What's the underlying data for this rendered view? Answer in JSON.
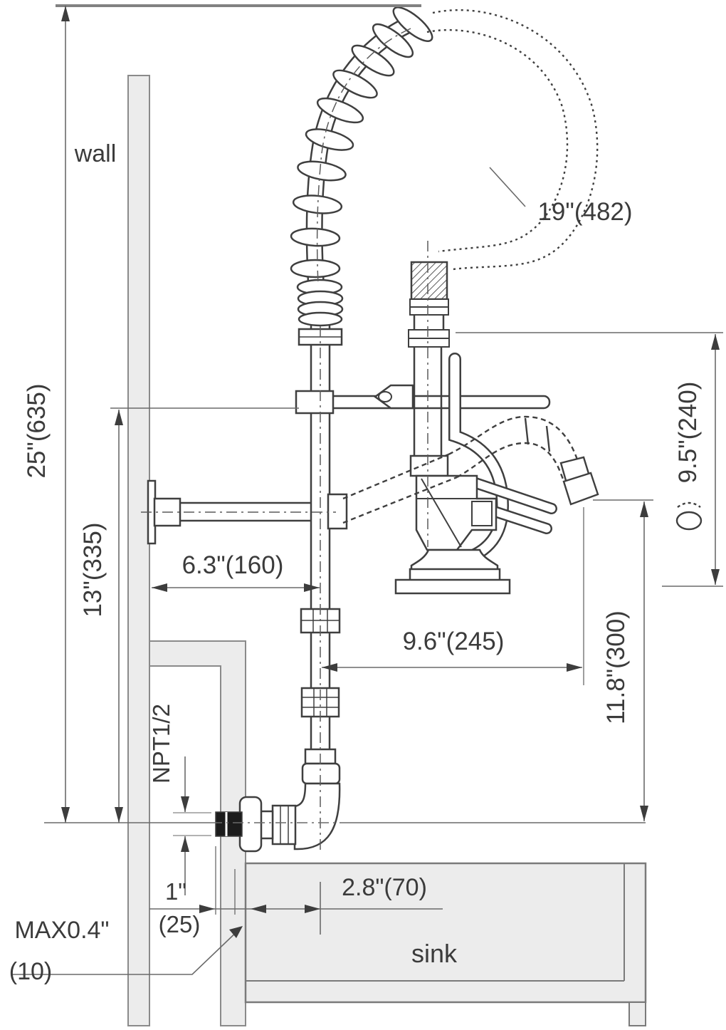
{
  "diagram": {
    "kind": "technical-installation-drawing",
    "subject": "wall-mount pre-rinse faucet with add-on spout over sink",
    "line_color": "#3f3f3f",
    "fill_color": "#ececec"
  },
  "labels": {
    "wall": "wall",
    "sink": "sink"
  },
  "dims": {
    "hose_length": "19\"(482)",
    "overall_height": "25\"(635)",
    "bracket_height": "13\"(335)",
    "wall_to_riser": "6.3\"(160)",
    "spout_clearance": "9.5\"(240)",
    "riser_to_spout": "9.6\"(245)",
    "spout_to_inlet": "11.8\"(300)",
    "inlet_thread": "NPT1/2",
    "nipple_in": "1\"",
    "nipple_mm": "(25)",
    "wall_to_center": "2.8\"(70)",
    "max_panel_in": "MAX0.4\"",
    "max_panel_mm": "(10)"
  }
}
